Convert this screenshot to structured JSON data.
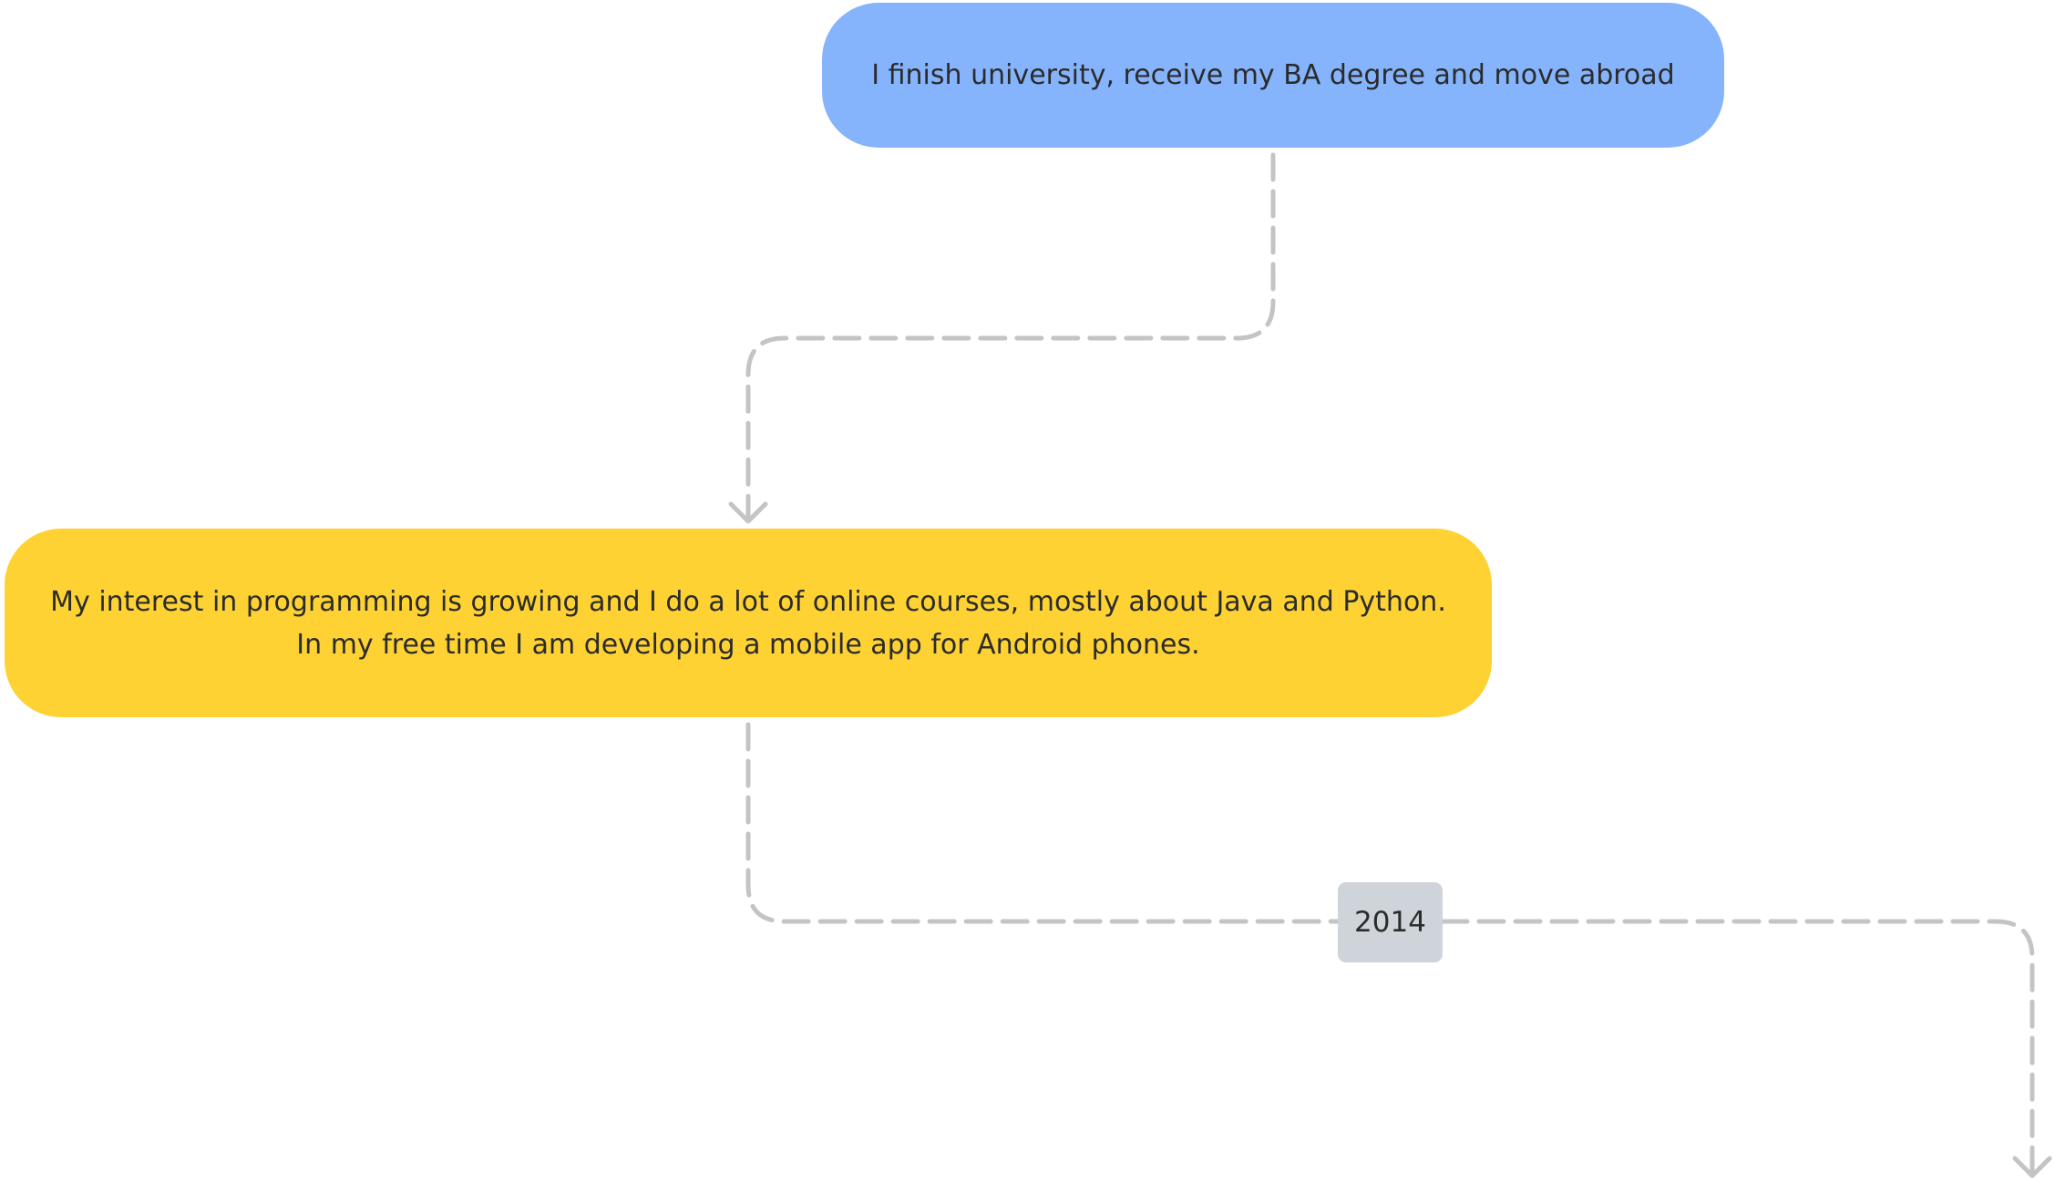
{
  "nodes": {
    "moved_abroad": {
      "text": "I finish university, receive my BA degree and move abroad",
      "color": "#85b4fd"
    },
    "programming_interest": {
      "line1": "My interest in programming is growing and I do a lot of online courses, mostly about Java and Python.",
      "line2": "In my free time I am developing a mobile app for Android phones.",
      "color": "#fed233"
    }
  },
  "edges": {
    "year_label": "2014",
    "label_color": "#cfd4da",
    "line_color": "#c4c4c4"
  }
}
